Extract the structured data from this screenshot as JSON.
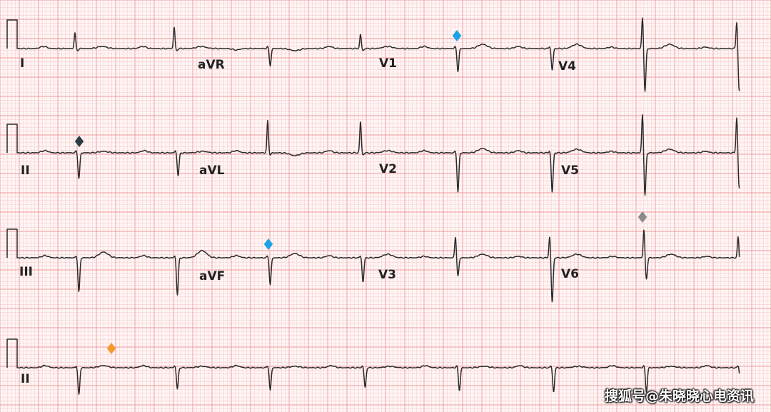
{
  "leads": [
    {
      "label": "I"
    },
    {
      "label": "aVR"
    },
    {
      "label": "V1"
    },
    {
      "label": "V4"
    },
    {
      "label": "II"
    },
    {
      "label": "aVL"
    },
    {
      "label": "V2"
    },
    {
      "label": "V5"
    },
    {
      "label": "III"
    },
    {
      "label": "aVF"
    },
    {
      "label": "V3"
    },
    {
      "label": "V6"
    },
    {
      "label": "II"
    }
  ],
  "markers": [
    {
      "color": "#1aa3e8"
    },
    {
      "color": "#2c3e45"
    },
    {
      "color": "#8a8a8a"
    },
    {
      "color": "#1aa3e8"
    },
    {
      "color": "#f39a2b"
    }
  ],
  "watermark": "搜狐号@朱晓晓心电资讯",
  "colors": {
    "paper": "#fff5f5",
    "grid_minor": "#f7c6c6",
    "grid_major": "#ee9b9b",
    "trace": "#2b2b2b"
  }
}
